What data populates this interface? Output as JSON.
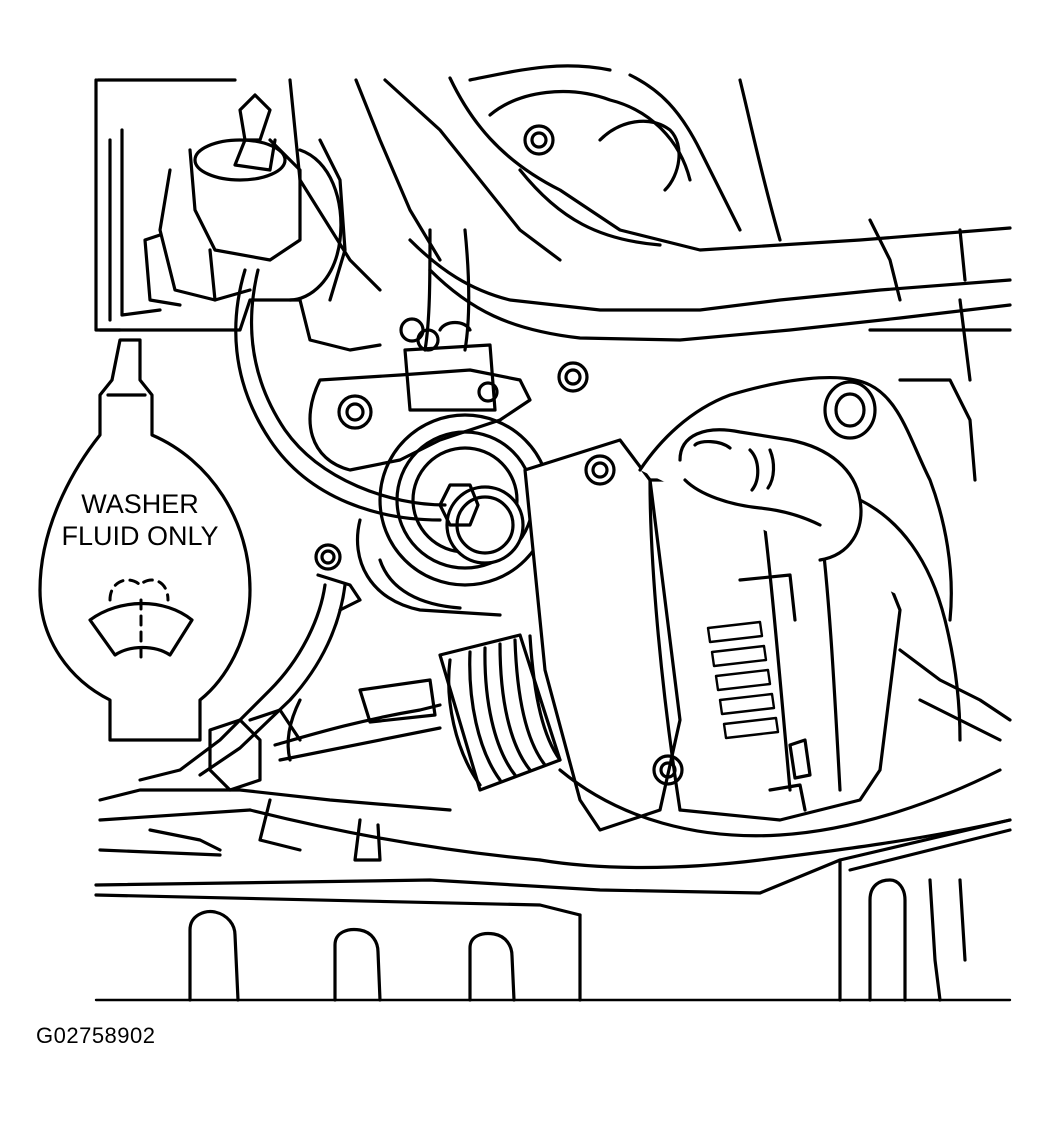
{
  "cap_text": {
    "line1": "WASHER",
    "line2": "FLUID ONLY"
  },
  "figure_id": "G02758902",
  "colors": {
    "ink": "#000000",
    "background": "#ffffff"
  }
}
